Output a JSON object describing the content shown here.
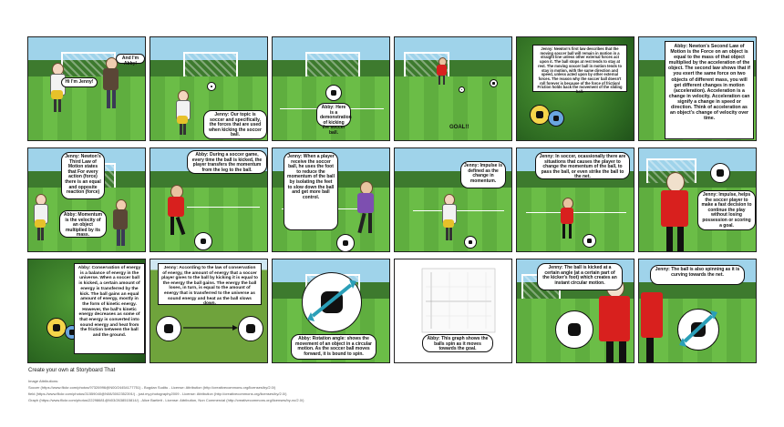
{
  "panels": {
    "p1": {
      "bubble_left": "Hi I'm Jenny!",
      "bubble_right": "And I'm Abby!"
    },
    "p2": {
      "bubble": "Jenny: Our topic is soccer and specifically, the forces that are used when kicking the soccer ball."
    },
    "p3": {
      "bubble": "Abby: Here is a demonstration of kicking the soccer ball."
    },
    "p4": {
      "caption": "GOAL!!"
    },
    "p5": {
      "box": "Jenny: Newton's first law describes that the moving soccer ball will remain in motion in a straight line unless other external forces act upon it. The ball stops at rest tends to stay at rest. The moving soccer ball in motion tends to stay in motion, with the same direction and speed, unless acted upon by other external forces. The reason why the soccer ball doesn't roll forever is because of the force of friction/ Friction holds back the movement of the sliding ball."
    },
    "p6": {
      "box": "Abby: Newton's Second Law of Motion is the Force on an object is equal to the mass of that object multiplied by the acceleration of the object. The second law shows that if you exert the same force on two objects of different mass, you will get different changes in motion (acceleration). Acceleration is a change in velocity. Acceleration can signify a change in speed or direction. Think of acceleration as an object's change of velocity over time."
    },
    "p7": {
      "bubble_top": "Jenny: Newton's Third Law of Motion states that For every action (force) there is an equal and opposite reaction (force)",
      "bubble_bottom": "Abby: Momentum is the velocity of an object multiplied by its mass."
    },
    "p8": {
      "bubble": "Abby: During a soccer game, every time the ball is kicked, the player transfers the momentum from the leg to the ball."
    },
    "p9": {
      "bubble": "Jenny: When a player receive the soccer ball, he uses the foot to reduce the momentum of the ball by isolating the feet to slow down the ball and get more ball control."
    },
    "p10": {
      "bubble": "Jenny: Impulse is defined as the change in momentum."
    },
    "p11": {
      "bubble": "Jenny: In soccer, ocassionally there are situations that causes the player to change the momentum of the ball, to pass the ball, or even strike the ball to the net."
    },
    "p12": {
      "bubble": "Jenny: Impulse, helps the soccer player to make a fast decision to continue the play without losing possession or scoring a goal."
    },
    "p13": {
      "box": "Abby: Conservation of energy is a balance of energy in the universe. When a soccer ball is kicked, a certain amount of energy is transferred by the kick. The ball gains an equal amount of energy, mostly in the form of kinetic energy. However, the ball's kinetic energy decreases as some of that energy is converted into sound energy and heat from the friction between the ball and the ground."
    },
    "p14": {
      "box": "Jenny: According to the law of conservation of energy, the amount of energy that a soccer player gives to the ball by kicking it is equal to the energy the ball gains. The energy the ball loses, in turn, is equal to the amount of energy that is transferred to the universe as sound energy and heat as the ball slows down."
    },
    "p15": {
      "box": "Abby: Rotation angle: shows the movement of an object in a circular motion. As the soccer ball moves forward, it is bound to spin."
    },
    "p16": {
      "box": "Abby: This graph shows the balls spin as it moves towards the goal."
    },
    "p17": {
      "bubble": "Jenny: The ball is kicked at a certain angle (at a certain part of the kicker's foot) which creates an instant circular motion."
    },
    "p18": {
      "bubble": "Jenny: The ball is also spinning as it is curving towards the net."
    }
  },
  "footer": {
    "create_link": "Create your own at Storyboard That",
    "attributions_title": "Image Attributions:",
    "credit_1": "Soccer (https://www.flickr.com/photos/97326996@N00/24454177751) - Bogdan Suditu - License: Attribution (http://creativecommons.org/licenses/by/2.0/)",
    "credit_2": "field (https://www.flickr.com/photos/31559040@N08/3002352391/) - just.my.photography2009 - License: Attribution (http://creativecommons.org/licenses/by/2.0/)",
    "credit_3": "Graph (https://www.flickr.com/photos/22298681@N03/2638515814/) - Alice Bartlett - License: Attribution, Non Commercial (http://creativecommons.org/licenses/by-nc/2.0/)"
  },
  "colors": {
    "jersey_red": "#d8201e",
    "jersey_purple": "#7d4fb0",
    "grass": "#5fae3f",
    "arrow_teal": "#2a9fb8"
  }
}
